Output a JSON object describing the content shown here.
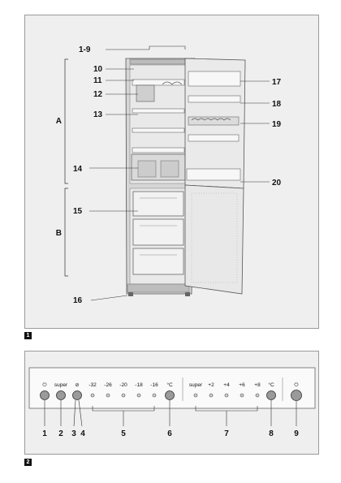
{
  "figure1": {
    "number": "1",
    "group_labels": {
      "a": "A",
      "b": "B"
    },
    "callouts": {
      "c1_9": "1-9",
      "c10": "10",
      "c11": "11",
      "c12": "12",
      "c13": "13",
      "c14": "14",
      "c15": "15",
      "c16": "16",
      "c17": "17",
      "c18": "18",
      "c19": "19",
      "c20": "20"
    }
  },
  "figure2": {
    "number": "2",
    "panel_labels": {
      "power1_symbol": "⏻",
      "super_left": "super",
      "alarm_symbol": "⊘",
      "freezer_temps": [
        "-32",
        "-26",
        "-20",
        "-18",
        "-16"
      ],
      "unit_left": "°C",
      "super_right": "super",
      "fridge_temps": [
        "+2",
        "+4",
        "+6",
        "+8"
      ],
      "unit_right": "°C",
      "power2_symbol": "⏻"
    },
    "callouts": [
      "1",
      "2",
      "3",
      "4",
      "5",
      "6",
      "7",
      "8",
      "9"
    ]
  }
}
